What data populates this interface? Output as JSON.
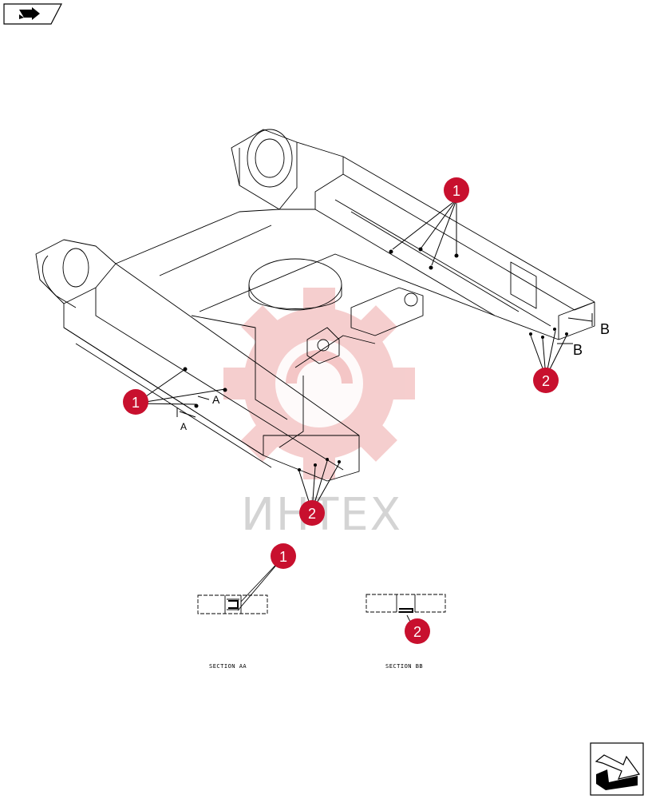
{
  "watermark": {
    "text": "ИНТЕХ",
    "color": "#f4c6c6"
  },
  "callouts": [
    {
      "id": "c1-top",
      "label": "1"
    },
    {
      "id": "c2-right",
      "label": "2"
    },
    {
      "id": "c1-left",
      "label": "1"
    },
    {
      "id": "c2-bottom",
      "label": "2"
    },
    {
      "id": "c1-section",
      "label": "1"
    },
    {
      "id": "c2-section",
      "label": "2"
    }
  ],
  "section_markers": {
    "a": "A",
    "a_small": "A",
    "b_top": "B",
    "b_bottom": "B"
  },
  "sections": {
    "aa": "SECTION AA",
    "bb": "SECTION BB"
  },
  "icons": {
    "top_left": "book-arrow-icon",
    "bottom_right": "next-page-arrow-icon"
  },
  "colors": {
    "callout": "#c8102e",
    "line": "#000000"
  }
}
